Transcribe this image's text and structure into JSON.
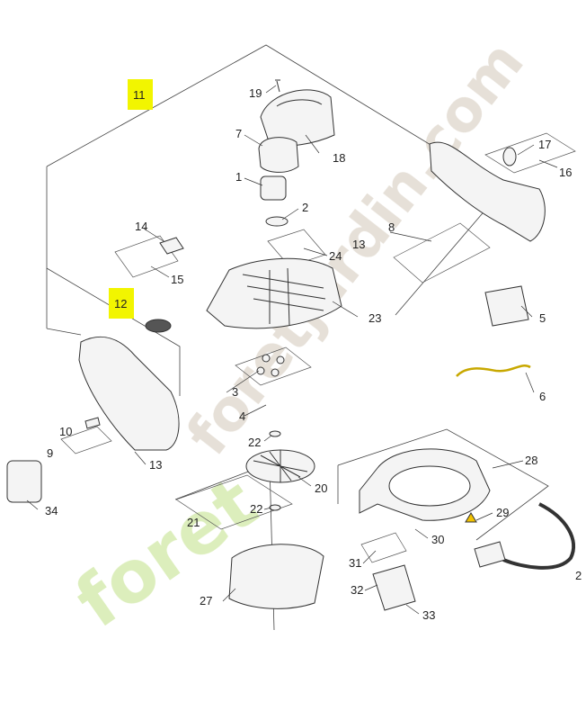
{
  "diagram": {
    "watermark_top": "foretjardin.com",
    "watermark_bottom": "foret",
    "highlighted": [
      "11",
      "12"
    ],
    "colors": {
      "highlight": "#f2f500",
      "watermark_green": "#cfe6a6",
      "watermark_tan": "#d9cfc2",
      "line": "#333333",
      "part_fill": "#f4f4f4"
    },
    "labels": {
      "l1": "1",
      "l2": "2",
      "l2b": "2",
      "l3": "3",
      "l4": "4",
      "l5": "5",
      "l6": "6",
      "l7": "7",
      "l8": "8",
      "l9": "9",
      "l10": "10",
      "l11": "11",
      "l12": "12",
      "l13a": "13",
      "l13b": "13",
      "l14": "14",
      "l15": "15",
      "l16": "16",
      "l17": "17",
      "l18": "18",
      "l19": "19",
      "l20": "20",
      "l21": "21",
      "l22a": "22",
      "l22b": "22",
      "l23": "23",
      "l24": "24",
      "l27": "27",
      "l28": "28",
      "l29": "29",
      "l30": "30",
      "l31": "31",
      "l32": "32",
      "l33": "33",
      "l34": "34"
    }
  }
}
